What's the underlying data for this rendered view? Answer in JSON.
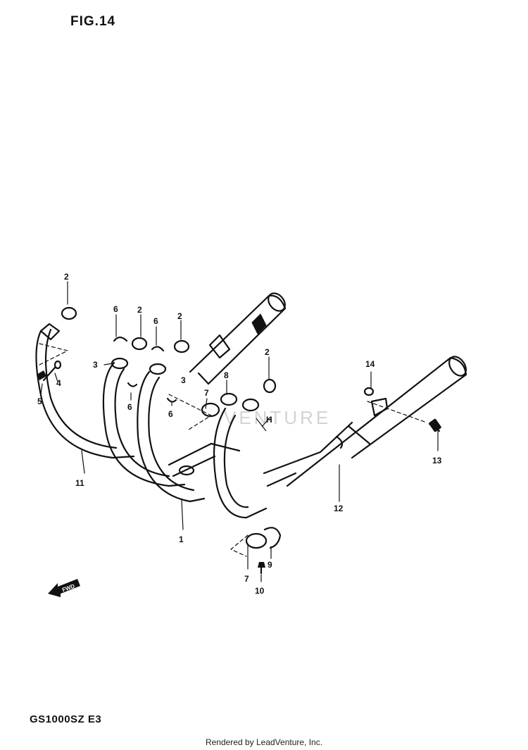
{
  "figure": {
    "title": "FIG.14",
    "model_code": "GS1000SZ E3"
  },
  "footer": {
    "text": "Rendered by LeadVenture, Inc."
  },
  "watermark": {
    "text": "VENTURE"
  },
  "direction_arrow": {
    "label": "FWD"
  },
  "dimension_label": "H",
  "callouts": [
    "1",
    "2",
    "2",
    "2",
    "2",
    "3",
    "3",
    "4",
    "5",
    "6",
    "6",
    "6",
    "6",
    "7",
    "7",
    "8",
    "9",
    "10",
    "11",
    "12",
    "13",
    "14"
  ]
}
